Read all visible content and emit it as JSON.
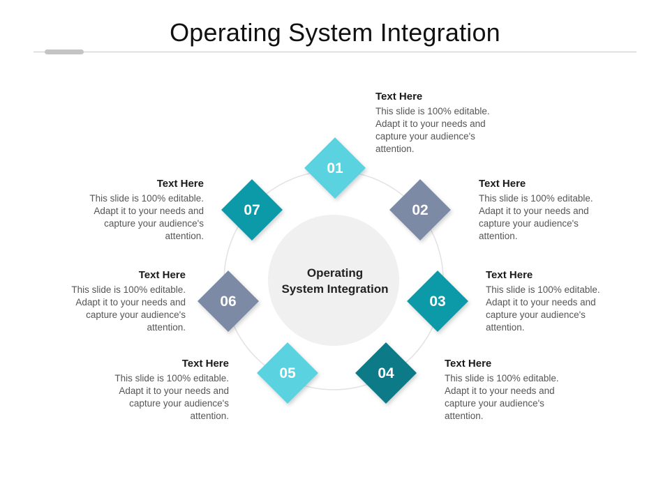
{
  "slide": {
    "title": "Operating System Integration"
  },
  "center": {
    "line1": "Operating",
    "line2": "System Integration"
  },
  "steps": [
    {
      "number": "01",
      "heading": "Text Here",
      "body": "This slide is 100% editable. Adapt it to your needs and capture your audience's attention.",
      "color": "#5ad2e0"
    },
    {
      "number": "02",
      "heading": "Text Here",
      "body": "This slide is 100% editable. Adapt it to your needs and capture your audience's attention.",
      "color": "#7b8aa6"
    },
    {
      "number": "03",
      "heading": "Text Here",
      "body": "This slide is 100% editable. Adapt it to your needs and capture your audience's attention.",
      "color": "#0e9aa8"
    },
    {
      "number": "04",
      "heading": "Text Here",
      "body": "This slide is 100% editable. Adapt it to your needs and capture your audience's attention.",
      "color": "#0a7a88"
    },
    {
      "number": "05",
      "heading": "Text Here",
      "body": "This slide is 100% editable. Adapt it to your needs and capture your audience's attention.",
      "color": "#5ad2e0"
    },
    {
      "number": "06",
      "heading": "Text Here",
      "body": "This slide is 100% editable. Adapt it to your needs and capture your audience's attention.",
      "color": "#7b8aa6"
    },
    {
      "number": "07",
      "heading": "Text Here",
      "body": "This slide is 100% editable. Adapt it to your needs and capture your audience's attention.",
      "color": "#0e9aa8"
    }
  ],
  "colors": {
    "ring": "#e2e2e2",
    "center_fill": "#f0f0f0"
  }
}
